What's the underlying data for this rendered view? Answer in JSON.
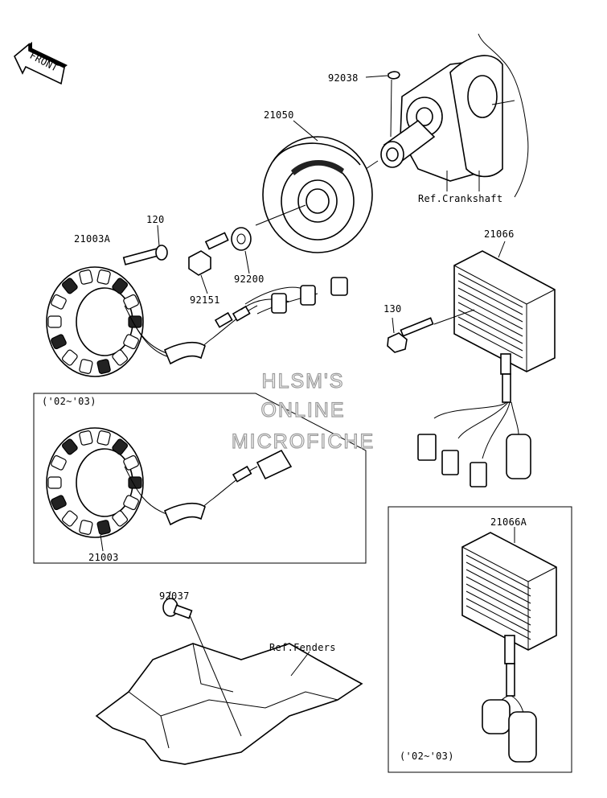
{
  "direction_arrow": {
    "label": "FRONT"
  },
  "part_numbers": {
    "p92038": "92038",
    "p21050": "21050",
    "p120": "120",
    "p21003A": "21003A",
    "p92200": "92200",
    "p92151": "92151",
    "p21066": "21066",
    "p130": "130",
    "p21003": "21003",
    "p21066A": "21066A",
    "p92037": "92037"
  },
  "references": {
    "crankshaft": "Ref.Crankshaft",
    "fenders": "Ref.Fenders"
  },
  "year_notes": {
    "stator_box": "('02~'03)",
    "regulator_box": "('02~'03)"
  },
  "watermark": {
    "line1": "HLSM'S",
    "line2": "ONLINE",
    "line3": "MICROFICHE"
  }
}
